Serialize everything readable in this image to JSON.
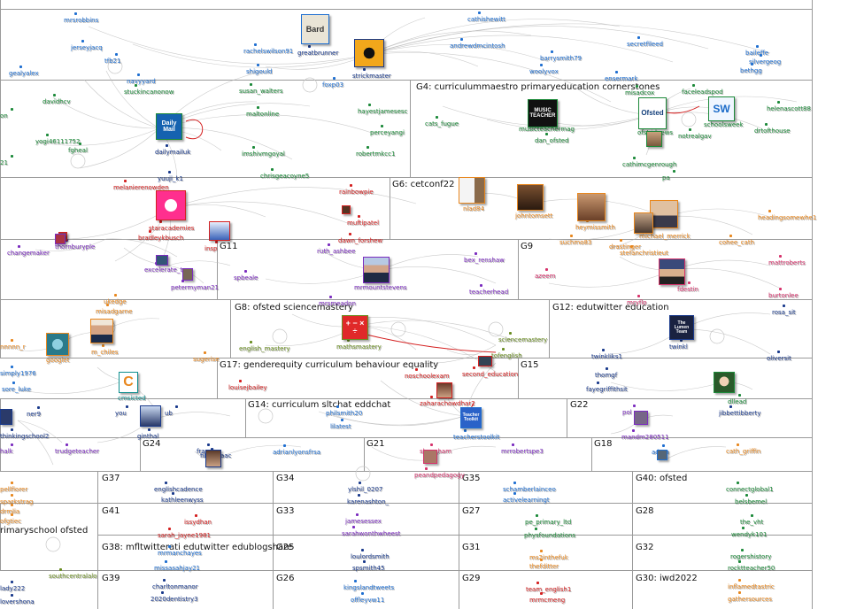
{
  "groups": {
    "g4": "G4: curriculummaestro primaryeducation cornerstones",
    "g6": "G6: cetconf22",
    "g9": "G9",
    "g11": "G11",
    "g8": "G8: ofsted sciencemastery",
    "g12": "G12: edutwitter education",
    "g15": "G15",
    "g17": "G17: genderequity curriculum behaviour equality",
    "g14": "G14: curriculum sltchat eddchat",
    "g22": "G22",
    "g24": "G24",
    "g21": "G21",
    "g18": "G18",
    "g37": "G37",
    "g34": "G34",
    "g35": "G35",
    "g40": "G40: ofsted",
    "g41": "G41",
    "g33": "G33",
    "g27": "G27",
    "g28": "G28",
    "primaryschool": "rimaryschool ofsted",
    "g38": "G38: mfltwitterati edutwitter edublogshare",
    "g25": "G25",
    "g31": "G31",
    "g32": "G32",
    "g39": "G39",
    "g26": "G26",
    "g29": "G29",
    "g30": "G30: iwd2022"
  },
  "labels": {
    "mrsrobbins": "mrsrobbins",
    "jerseyjacq": "jerseyjacq",
    "tfb21": "tfb21",
    "gealyalex": "gealyalex",
    "navyyard": "navyyard",
    "stuckincanonow": "stuckincanonow",
    "davidhcv": "davidhcv",
    "yogi46111752": "yogi46111752",
    "fgheal": "fgheal",
    "n21": "21",
    "on": "on",
    "cathishewitt": "cathishewitt",
    "rachelswilson91": "rachelswilson91",
    "shigould": "shigould",
    "greatbrunner": "greatbrunner",
    "strickmaster": "strickmaster",
    "foxp03": "foxp03",
    "andrewdmcintosh": "andrewdmcintosh",
    "barrysmith79": "barrysmith79",
    "woolyvox": "woolyvox",
    "ensermark": "ensermark",
    "secretfileed": "secretfileed",
    "baileffe": "baileffe",
    "silvergeog": "silvergeog",
    "bethgg": "bethgg",
    "susan_walters": "susan_walters",
    "maltonline": "maltonline",
    "hayestjamesesc": "hayestjamesesc",
    "perceyangi": "perceyangi",
    "imshivmgoyal": "imshivmgoyal",
    "robertmkcc1": "robertmkcc1",
    "dailymailuk": "dailymailuk",
    "yuuji_k1": "yuuji_k1",
    "chrisgeacoyne5": "chrisgeacoyne5",
    "cats_fugue": "cats_fugue",
    "musicteachermag": "musicteachermag",
    "dan_ofsted": "dan_ofsted",
    "misadcox": "misadcox",
    "ofstednews": "ofstednews",
    "faceleadspod": "faceleadspod",
    "schoolsweek": "schoolsweek",
    "helenascott88": "helenascott88",
    "notrealgav": "notrealgav",
    "drtofthouse": "drtofthouse",
    "cathimcgenrough": "cathimcgenrough",
    "pa": "pa",
    "melanierenowden": "melanierenowden",
    "staracademies": "staracademies",
    "bradleykbusch": "bradleykbusch",
    "rainbowpie": "rainbowpie",
    "muftipatel": "muftipatel",
    "dawn_forshew": "dawn_forshew",
    "ruth_ashbee": "ruth_ashbee",
    "thornburyple": "thornburyple",
    "changemaker": "changemaker",
    "insp": "insp",
    "nlad84": "nlad84",
    "johntomsett": "johntomsett",
    "heymissmith": "heymissmith",
    "suchmo83": "suchmo83",
    "michael_merrick": "michael_merrick",
    "drastinger": "drastinger",
    "stefanchristieut": "stefanchristieut",
    "headingsomewhe1": "headingsomewhe1",
    "cohee_cath": "cohee_cath",
    "excelerate_twn": "excelerate_twn",
    "petermyman21": "petermyman21",
    "spbeale": "spbeale",
    "mrmountstevens": "mrmountstevens",
    "bex_renshaw": "bex_renshaw",
    "teacherhead": "teacherhead",
    "mrsmeadon": "mrsmeadon",
    "azeem": "azeem",
    "fdestin": "fdestin",
    "mattroberts": "mattroberts",
    "burtonlee": "burtonlee",
    "mryflo": "mryflo",
    "ukedge": "ukedge",
    "misadgarne": "misadgarne",
    "nnnn": "nnnnn_r",
    "googlet": "googlet",
    "m_chiles": "m_chiles",
    "english_mastery": "english_mastery",
    "mathsmastery": "mathsmastery",
    "sciencemastery": "sciencemastery",
    "englishmastery": "tofenglish",
    "sugerise": "sugerise",
    "twinkl": "twinkl",
    "rosa_sit": "rosa_sit",
    "twinkliks1": "twinkliks1",
    "oliversit": "oliversit",
    "noschoolexam": "noschoolexam",
    "louisejbailey": "louisejbailey",
    "second_education": "second_education",
    "zaharachowdhar2": "zaharachowdhar2",
    "thomgf": "thomgf",
    "fayegriffithsit": "fayegriffithsit",
    "dllead": "dllead",
    "jibbettibberty": "jibbettibberty",
    "philsmith20": "philsmith20",
    "lilatest": "lilatest",
    "teacherstoolkit": "teacherstoolkit",
    "mandm280511": "mandm280511",
    "poly_": "pol",
    "simply1976": "simply1976",
    "sore_luke": "sore_luke",
    "cmsicted": "cmsicted",
    "thinkingschool2": "thinkingschool2",
    "ner9": "ner9",
    "you_ub": "you",
    "ub": "ub",
    "ginthal": "ginthal",
    "halk": "halk",
    "trudgeteacher": "trudgeteacher",
    "fibbyisaac": "fibbyisaac",
    "francis_": "franci",
    "adrianlyonsfrsa": "adrianlyonsfrsa",
    "sheesham": "sheesham",
    "peandpedagogy": "peandpedagogy",
    "mrrobertspe3": "mrrobertspe3",
    "adam_": "adam",
    "cath_griffin": "cath_griffin",
    "englishcadence": "englishcadence",
    "kathleenwyss": "kathleenwyss",
    "ylshil_0207": "ylshil_0207",
    "karenashton_": "karenashton_",
    "schamberlainceo": "schamberlainceo",
    "activelearningt": "activelearningt",
    "connectglobal1": "connectglobal1",
    "belsbemel": "belsbemel",
    "issydhan": "issydhan",
    "sarah_jayne1981": "sarah_jayne1981",
    "jamesessex": "jamesessex",
    "sarahwonthwheest": "sarahwonthwheest",
    "pe_primary_ltd": "pe_primary_ltd",
    "physfoundations": "physfoundations",
    "the_vht": "the_vht",
    "wendyk101": "wendyk101",
    "mrmanchayes": "mrmanchayes",
    "missasahjay21": "missasahjay21",
    "loulordsmith": "loulordsmith",
    "spsmith45": "spsmith45",
    "ms2inthefuk": "ms2inthefuk",
    "thefditter": "thefditter",
    "rogershistory": "rogershistory",
    "rocktteacher50": "rocktteacher50",
    "southcentralalo": "southcentralalo",
    "charltonmanor": "charltonmanor",
    "2020dentistry3": "2020dentistry3",
    "kingslandtweets": "kingslandtweets",
    "offleyvw11": "offleyvw11",
    "team_english1": "team_english1",
    "mrmcmeng": "mrmcmeng",
    "inflamedtastric": "inflamedtastric",
    "gathersources": "gathersources",
    "lady222": "lady222",
    "lovershona": "lovershona",
    "lm1": "pellfiorer",
    "lm2": "sparkstrag",
    "lm3": "drmlia",
    "lm4": "ofgtiec"
  },
  "thumbs": {
    "bard": "Bard",
    "dailymail": "Daily Mail",
    "music": "MUSIC TEACHER",
    "ofsted": "Ofsted",
    "sw": "SW",
    "math": "+ − × ÷",
    "toolkit": "Teacher Toolkit",
    "lumen": "The Lumen Team",
    "cmsi": "C"
  },
  "colors": {
    "blue": "#1f6fd1",
    "navy": "#1a3a8c",
    "green": "#1d8a3a",
    "red": "#d42020",
    "orange": "#e8871e",
    "purple": "#7b2cbf",
    "teal": "#0f8f8f",
    "olive": "#6b8e23",
    "pink": "#d6336c",
    "edge": "#b8b8b8"
  }
}
